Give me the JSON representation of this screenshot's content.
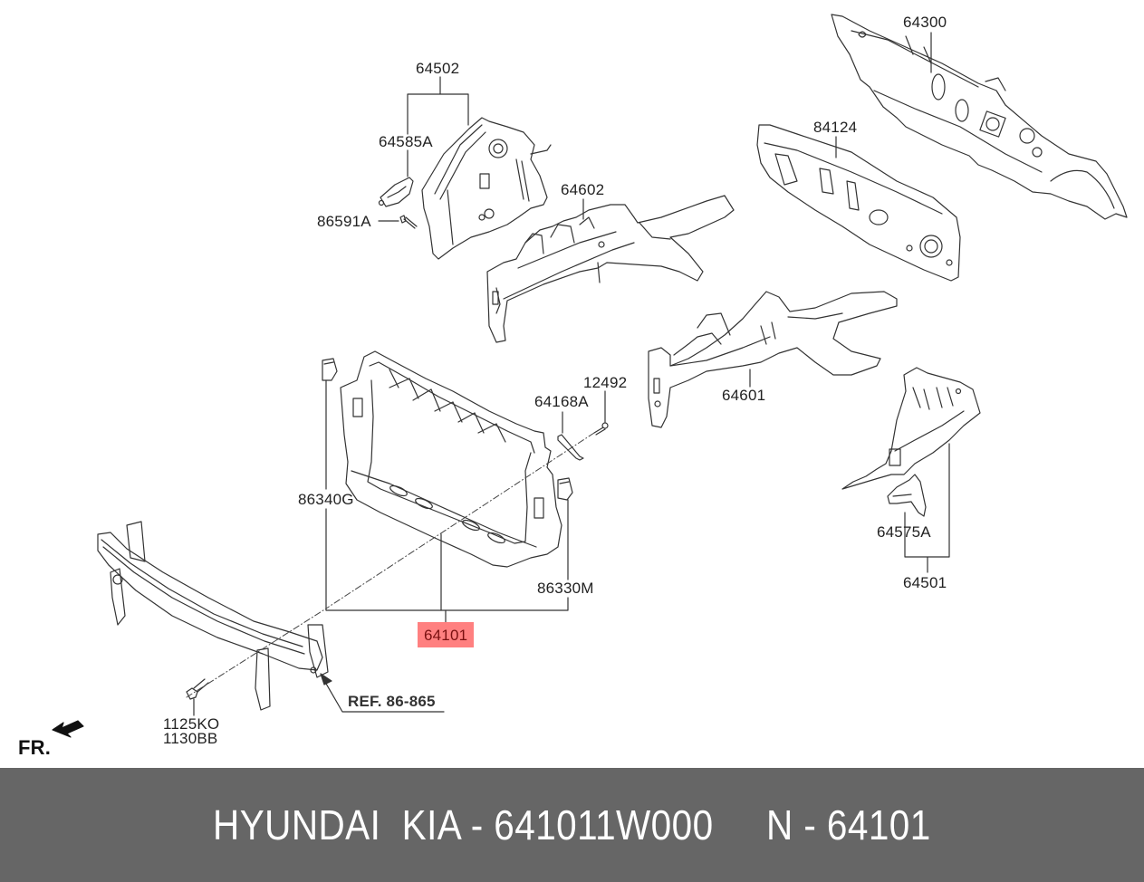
{
  "diagram": {
    "type": "exploded-parts-diagram",
    "direction_indicator": "FR.",
    "reference_note": "REF. 86-865",
    "highlighted_part": "64101",
    "labels": {
      "p64300": "64300",
      "p64502": "64502",
      "p64585A": "64585A",
      "p86591A": "86591A",
      "p84124": "84124",
      "p64602": "64602",
      "p64601": "64601",
      "p12492": "12492",
      "p64168A": "64168A",
      "p86340G": "86340G",
      "p86330M": "86330M",
      "p64101": "64101",
      "p64575A": "64575A",
      "p64501": "64501",
      "p1125KO": "1125KO",
      "p1130BB": "1130BB"
    },
    "colors": {
      "line": "#333333",
      "highlight_bg": "#ff8080",
      "highlight_text": "#7a1010",
      "footer_bg": "#666666",
      "footer_text": "#ffffff"
    }
  },
  "footer": {
    "text": "HYUNDAI  KIA - 641011W000     N - 64101",
    "brand": "HYUNDAI  KIA",
    "part_number": "641011W000",
    "diagram_number": "64101"
  }
}
